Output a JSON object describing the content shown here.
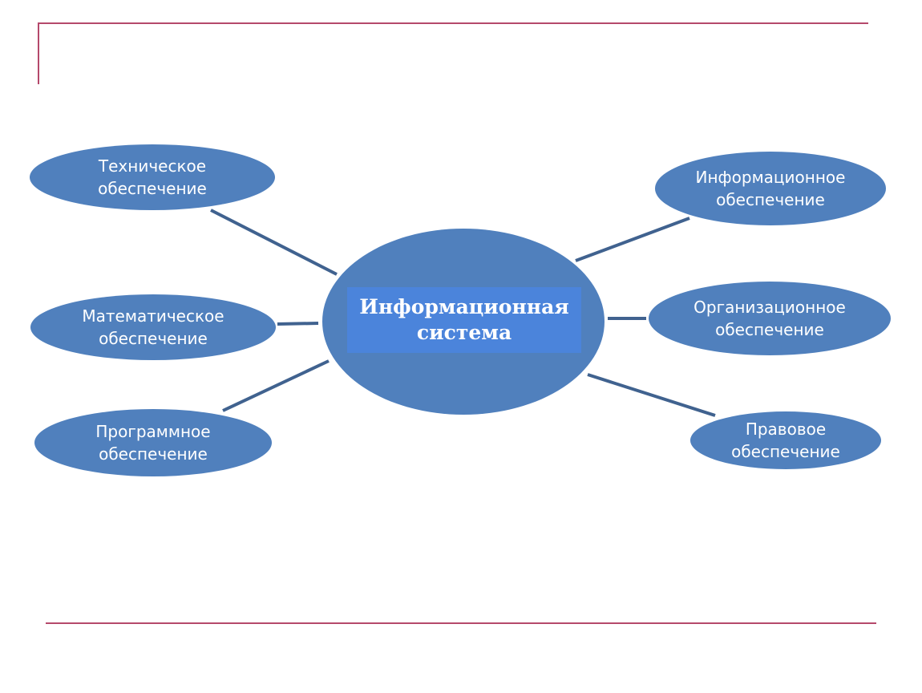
{
  "diagram": {
    "center": {
      "label": "Информационная\nсистема"
    },
    "nodes": [
      {
        "id": "tech",
        "label": "Техническое\nобеспечение"
      },
      {
        "id": "math",
        "label": "Математическое\nобеспечение"
      },
      {
        "id": "prog",
        "label": "Программное\nобеспечение"
      },
      {
        "id": "info",
        "label": "Информационное\nобеспечение"
      },
      {
        "id": "org",
        "label": "Организационное\nобеспечение"
      },
      {
        "id": "legal",
        "label": "Правовое\nобеспечение"
      }
    ],
    "colors": {
      "ellipse_fill": "#5080bd",
      "center_box": "#4b84db",
      "connector": "#40628f",
      "frame": "#b5496b",
      "text": "#ffffff"
    }
  }
}
